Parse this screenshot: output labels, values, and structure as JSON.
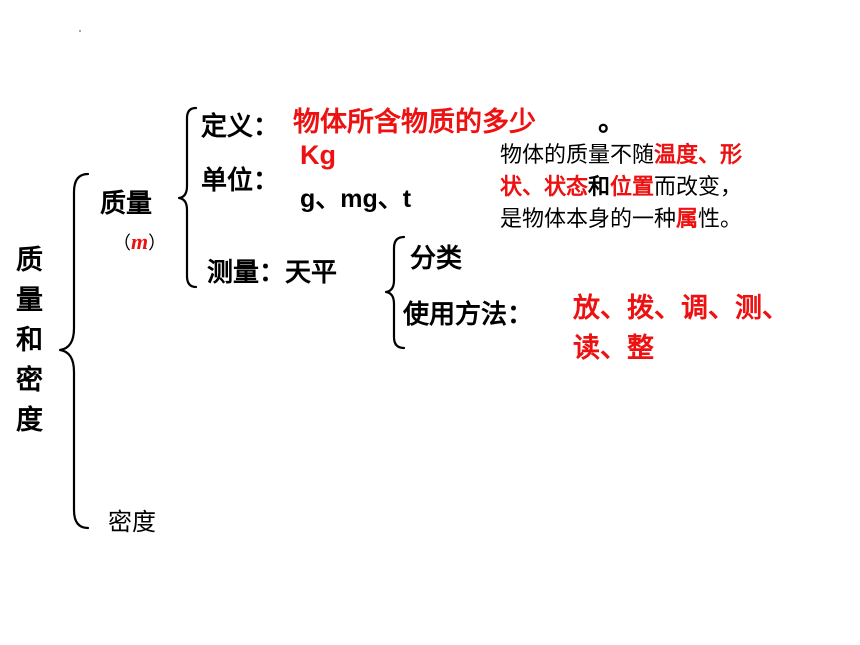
{
  "title_chars": [
    "质",
    "量",
    "和",
    "密",
    "度"
  ],
  "mass": {
    "label": "质量",
    "symbol_open": "（",
    "symbol": "m",
    "symbol_close": "）"
  },
  "definition": {
    "label": "定义：",
    "value": "物体所含物质的多少",
    "end": "。"
  },
  "unit": {
    "label": "单位：",
    "main": "Kg",
    "others": "g、mg、t"
  },
  "note": {
    "line1_a": "物体的质量不随",
    "line1_red": "温度、形",
    "line2_red_a": "状、状态",
    "line2_b": "和",
    "line2_red_b": "位置",
    "line2_c": "而改变，",
    "line3_a": "是物体本身的一种",
    "line3_red": "属",
    "line3_b": "性。"
  },
  "measure": {
    "label": "测量：天平",
    "classify": "分类",
    "usage_label": "使用方法：",
    "usage_line1": "放、拨、调、测、",
    "usage_line2": "读、整"
  },
  "density": {
    "label": "密度"
  },
  "colors": {
    "highlight": "#ee1111",
    "text": "#000000"
  }
}
